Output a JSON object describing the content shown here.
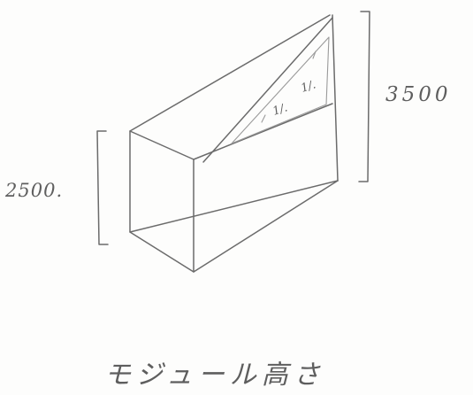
{
  "dimensions": {
    "front_height": "2500.",
    "back_height": "3500"
  },
  "slope_markings": [
    "1/.",
    "1/."
  ],
  "caption": "モジュール高さ"
}
